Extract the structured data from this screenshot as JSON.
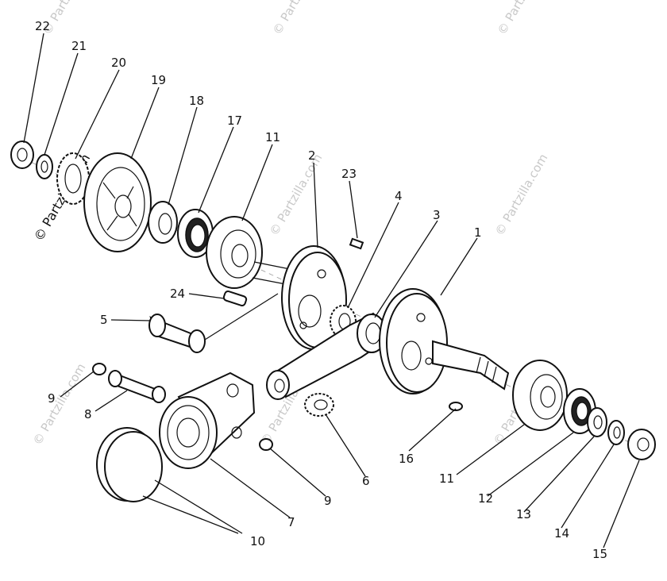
{
  "labels": {
    "p1": "1",
    "p2": "2",
    "p3": "3",
    "p4": "4",
    "p5": "5",
    "p6": "6",
    "p7": "7",
    "p8": "8",
    "p9a": "9",
    "p9b": "9",
    "p10": "10",
    "p11a": "11",
    "p11b": "11",
    "p12": "12",
    "p13": "13",
    "p14": "14",
    "p15": "15",
    "p16": "16",
    "p17": "17",
    "p18": "18",
    "p19": "19",
    "p20": "20",
    "p21": "21",
    "p22": "22",
    "p23": "23",
    "p24": "24"
  },
  "watermark": {
    "text": "© Partzilla.com"
  }
}
